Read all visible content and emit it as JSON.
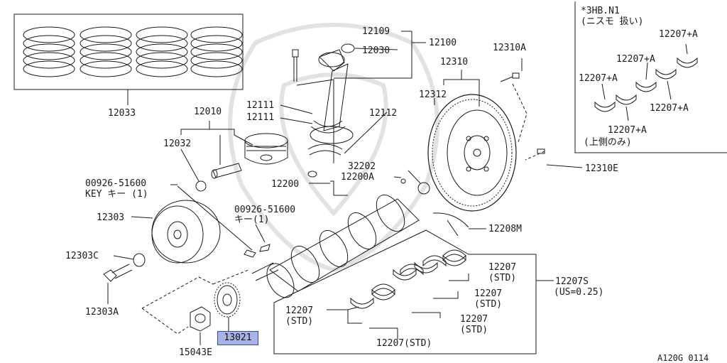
{
  "diagram_code": "A120G 0114",
  "highlight": "13021",
  "inset": {
    "title_line1": "*3HB.N1",
    "title_line2": "(ニスモ 扱い)",
    "note": "(上側のみ)",
    "part": "12207+A"
  },
  "labels": {
    "rings": "12033",
    "piston_assy": "12010",
    "pin_clip": "12032",
    "key1_code": "00926-51600",
    "key1_desc": "KEY キー (1)",
    "pulley": "12303",
    "washer": "12303C",
    "bolt": "12303A",
    "key2_code": "00926-51600",
    "key2_desc": "キー(1)",
    "nut": "15043E",
    "rod_bolt": "12109",
    "rod_assy": "12100",
    "rod_bush": "12030",
    "rod_bearing_a": "12111",
    "rod_bearing_b": "12111",
    "rod_nut": "12112",
    "flywheel_bolt": "12310A",
    "flywheel_assy": "12310",
    "ring_gear": "12312",
    "dowel": "12310E",
    "pilot_bush": "32202",
    "crank_sub": "12200A",
    "crank": "12200",
    "thrust": "12208M",
    "bearing_set": "12207S",
    "undersize": "(US=0.25)",
    "main_bearing": "12207",
    "std": "(STD)",
    "main_bearing_bottom": "12207(STD)"
  }
}
